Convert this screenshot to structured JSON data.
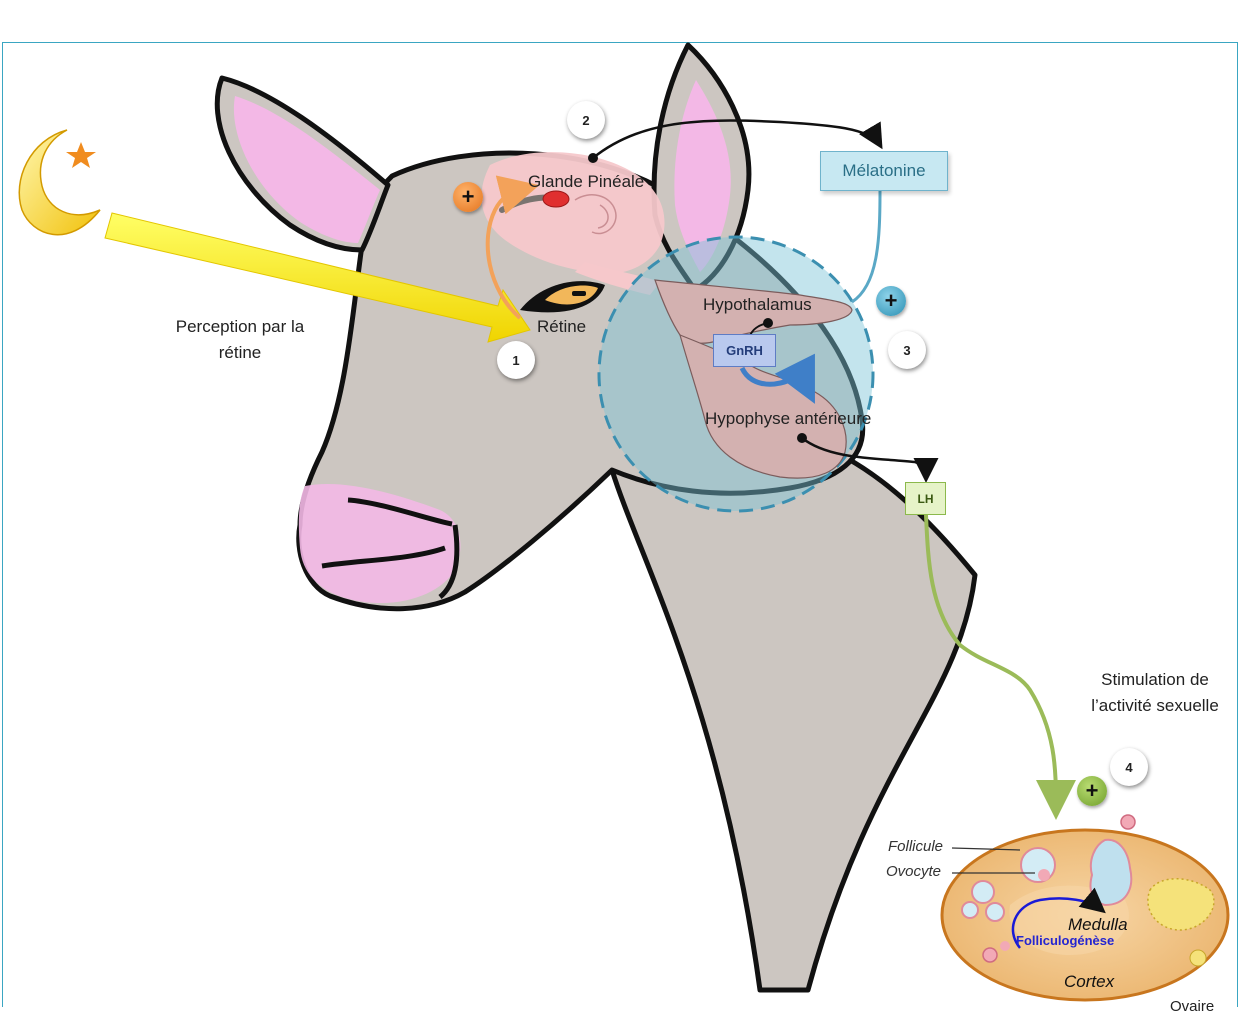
{
  "labels": {
    "perception": "Perception par la\nrétine",
    "retine": "Rétine",
    "glande": "Glande Pinéale",
    "hypothalamus": "Hypothalamus",
    "hypophyse": "Hypophyse antérieure",
    "stimulation": "Stimulation de\nl’activité sexuelle"
  },
  "boxes": {
    "melatonine": "Mélatonine",
    "gnrh": "GnRH",
    "lh": "LH"
  },
  "steps": [
    "1",
    "2",
    "3",
    "4"
  ],
  "signs": {
    "plus": "+"
  },
  "ovary": {
    "follicule": "Follicule",
    "ovocyte": "Ovocyte",
    "medulla": "Medulla",
    "folliculogenese": "Folliculogénèse",
    "cortex": "Cortex",
    "ovaire": "Ovaire"
  },
  "colors": {
    "goat": "#ccc6c1",
    "pink": "#f3b8e6",
    "brain": "#f6c8cb",
    "pituitary": "#d3b1b0",
    "sun_arrow": "#ffe600",
    "lh_arrow": "#9bbb59",
    "melatonin_line": "#5aa8c6",
    "ovary": "#f2c88a"
  }
}
